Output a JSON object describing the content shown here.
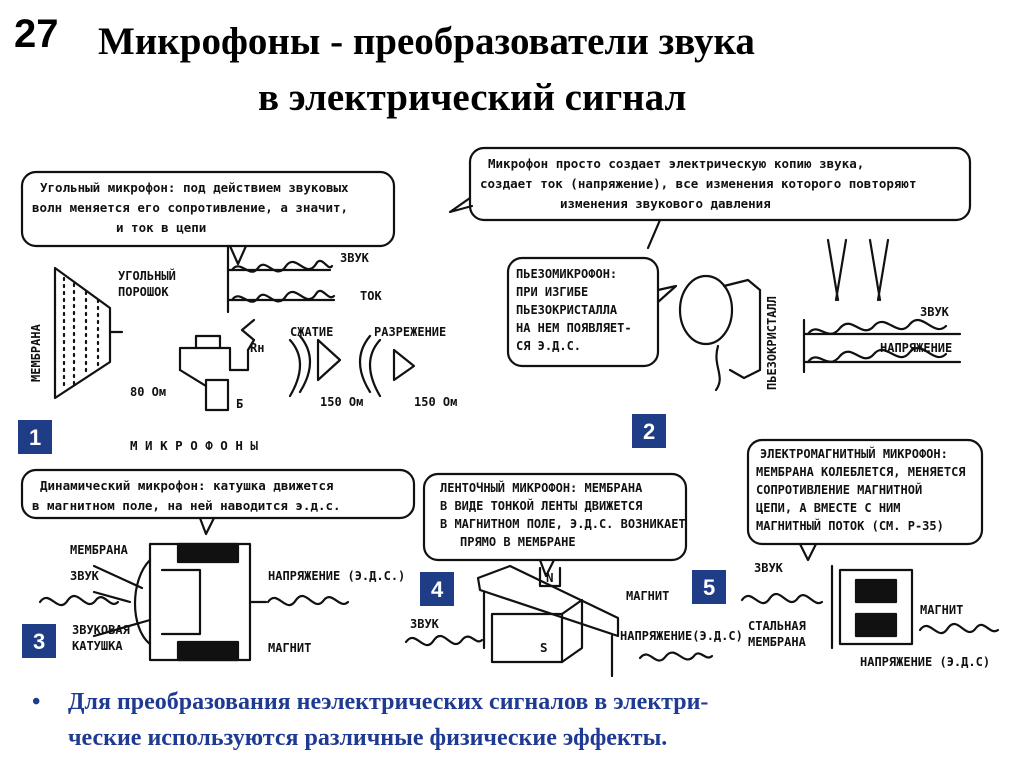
{
  "slide": {
    "number": "27",
    "title_line1": "Микрофоны - преобразователи звука",
    "title_line2": "в электрический сигнал"
  },
  "figure": {
    "top_note": [
      "Микрофон  просто  создает  электрическую  копию  звука,",
      "создает  ток (напряжение), все изменения которого повторяют",
      "изменения  звукового  давления"
    ],
    "carbon_note": [
      "Угольный микрофон: под действием звуковых",
      "волн меняется его сопротивление, а значит,",
      "и ток в цепи"
    ],
    "carbon_labels": {
      "membrane": "МЕМБРАНА",
      "powder": [
        "УГОЛЬНЫЙ",
        "ПОРОШОК"
      ],
      "sound": "ЗВУК",
      "current": "ТОК",
      "rn": "Rн",
      "battery": "Б",
      "compression": "СЖАТИЕ",
      "rarefaction": "РАЗРЕЖЕНИЕ",
      "r80": "80 Ом",
      "r150a": "150 Ом",
      "r150b": "150 Ом"
    },
    "piezo_note": [
      "ПЬЕЗОМИКРОФОН:",
      "ПРИ ИЗГИБЕ",
      "ПЬЕЗОКРИСТАЛЛА",
      "НА НЕМ ПОЯВЛЯЕТ-",
      "СЯ Э.Д.С."
    ],
    "piezo_labels": {
      "crystal": "ПЬЕЗОКРИСТАЛЛ",
      "sound": "ЗВУК",
      "voltage": "НАПРЯЖЕНИЕ"
    },
    "microphones_caption": "М И К Р О Ф О Н Ы",
    "dynamic_note": [
      "Динамический микрофон: катушка движется",
      "в магнитном поле, на ней наводится э.д.с."
    ],
    "dynamic_labels": {
      "membrane": "МЕМБРАНА",
      "sound": "ЗВУК",
      "coil": [
        "ЗВУКОВАЯ",
        "КАТУШКА"
      ],
      "voltage": "НАПРЯЖЕНИЕ (Э.Д.С.)",
      "magnet": "МАГНИТ"
    },
    "ribbon_note": [
      "ЛЕНТОЧНЫЙ МИКРОФОН: МЕМБРАНА",
      "В ВИДЕ ТОНКОЙ ЛЕНТЫ ДВИЖЕТСЯ",
      "В МАГНИТНОМ ПОЛЕ, Э.Д.С. ВОЗНИКАЕТ",
      "ПРЯМО В МЕМБРАНЕ"
    ],
    "ribbon_labels": {
      "n": "N",
      "s": "S",
      "magnet": "МАГНИТ",
      "sound": "ЗВУК",
      "voltage": "НАПРЯЖЕНИЕ(Э.Д.С)"
    },
    "em_note": [
      "ЭЛЕКТРОМАГНИТНЫЙ МИКРОФОН:",
      "МЕМБРАНА КОЛЕБЛЕТСЯ, МЕНЯЕТСЯ",
      "СОПРОТИВЛЕНИЕ МАГНИТНОЙ",
      "ЦЕПИ, А ВМЕСТЕ С НИМ",
      "МАГНИТНЫЙ ПОТОК (СМ. Р-35)"
    ],
    "em_labels": {
      "sound": "ЗВУК",
      "membrane": [
        "СТАЛЬНАЯ",
        "МЕМБРАНА"
      ],
      "magnet": "МАГНИТ",
      "voltage": "НАПРЯЖЕНИЕ (Э.Д.С)"
    },
    "badges": [
      "1",
      "2",
      "3",
      "4",
      "5"
    ]
  },
  "bullet": {
    "symbol": "•",
    "text_line1": "Для преобразования неэлектрических сигналов в электри-",
    "text_line2": "ческие используются различные физические эффекты."
  }
}
